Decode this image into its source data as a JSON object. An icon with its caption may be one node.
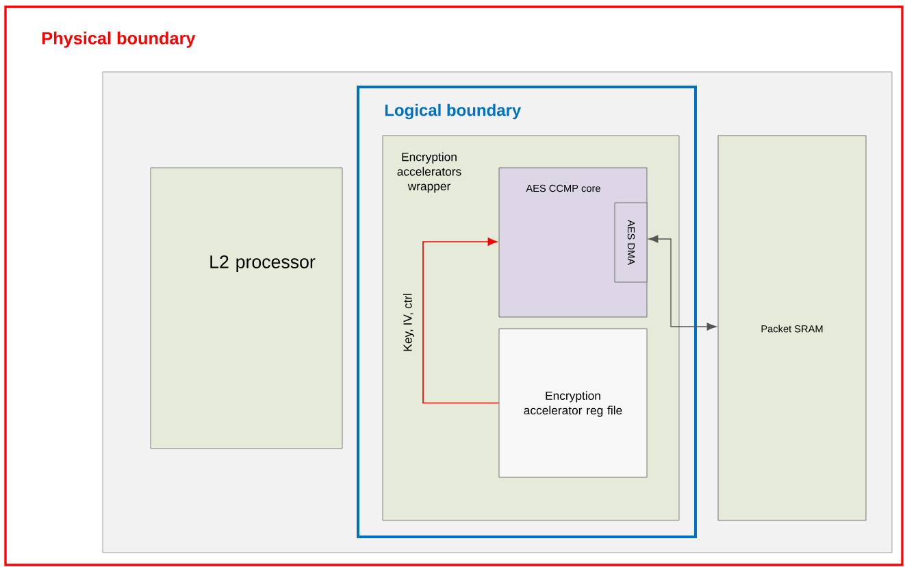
{
  "diagram": {
    "nodes": [
      {
        "text": [
          "Physical boundary"
        ]
      },
      {
        "text": [],
        "shape": "box",
        "in": 0
      },
      {
        "text": [
          "L2 processor"
        ],
        "in": 1
      },
      {
        "text": [
          "Logical boundary"
        ],
        "in": 1
      },
      {
        "text": [
          "Encryption accelerators wrapper"
        ],
        "in": 3
      },
      {
        "text": [
          "AES CCMP core"
        ],
        "in": 4
      },
      {
        "text": [
          "AES DMA"
        ],
        "in": 5
      },
      {
        "text": [
          "Encryption accelerator reg file"
        ],
        "in": 4
      },
      {
        "text": [
          "Packet SRAM"
        ],
        "in": 1
      }
    ],
    "edges": [
      {
        "from": 7,
        "to": 5,
        "arrow": "to",
        "label": "Key, IV, ctrl",
        "color": "#ff0000"
      },
      {
        "from": 6,
        "to": 8,
        "arrow": "both",
        "color": "#555555"
      }
    ]
  }
}
